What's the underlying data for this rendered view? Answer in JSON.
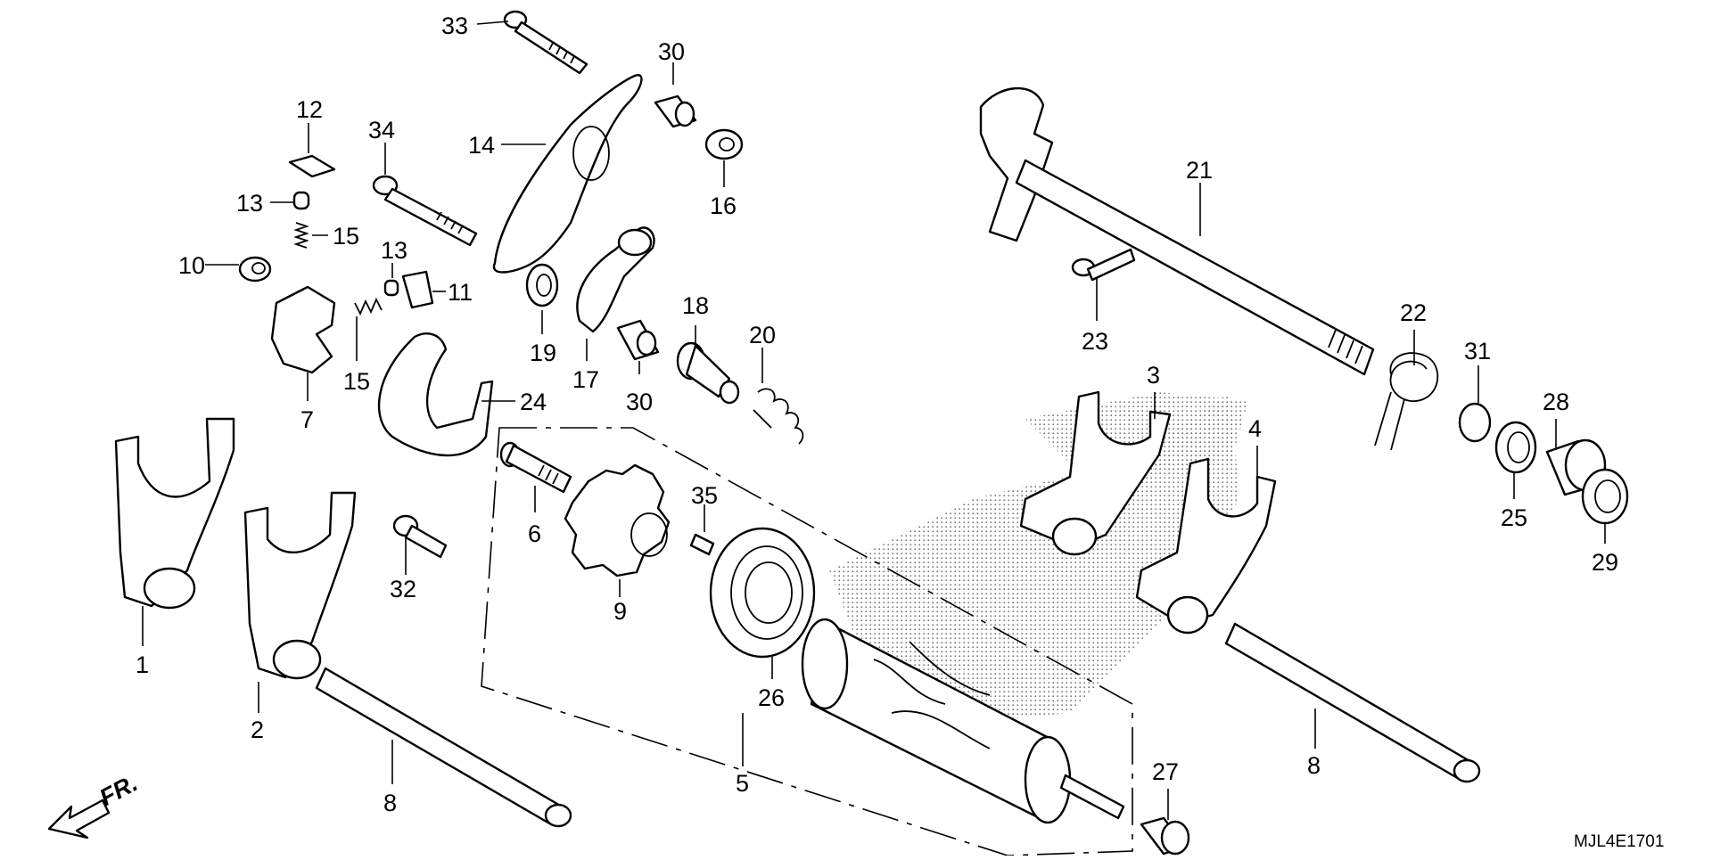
{
  "diagram": {
    "code": "MJL4E1701",
    "direction": "FR.",
    "labels": [
      "33",
      "30",
      "12",
      "34",
      "14",
      "16",
      "13",
      "15",
      "10",
      "13",
      "11",
      "21",
      "19",
      "18",
      "20",
      "15",
      "17",
      "30",
      "24",
      "7",
      "22",
      "31",
      "28",
      "23",
      "3",
      "4",
      "25",
      "29",
      "6",
      "35",
      "1",
      "32",
      "9",
      "26",
      "5",
      "27",
      "8",
      "2",
      "8"
    ],
    "colors": {
      "ink": "#000000",
      "background": "#ffffff"
    }
  }
}
